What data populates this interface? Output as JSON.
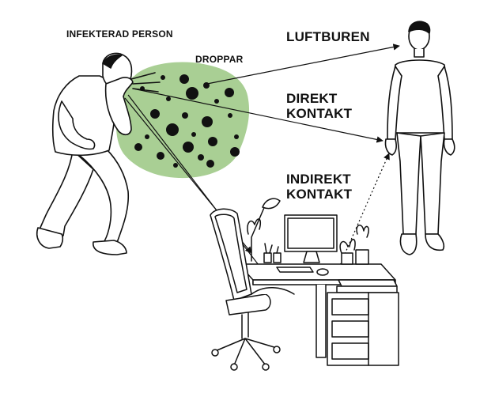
{
  "labels": {
    "infected_person": "INFEKTERAD PERSON",
    "droplets": "DROPPAR",
    "airborne": "LUFTBUREN",
    "direct_line1": "DIREKT",
    "direct_line2": "KONTAKT",
    "indirect_line1": "INDIREKT",
    "indirect_line2": "KONTAKT"
  },
  "colors": {
    "cloud": "#a9cf94",
    "ink": "#111111",
    "background": "#ffffff"
  }
}
